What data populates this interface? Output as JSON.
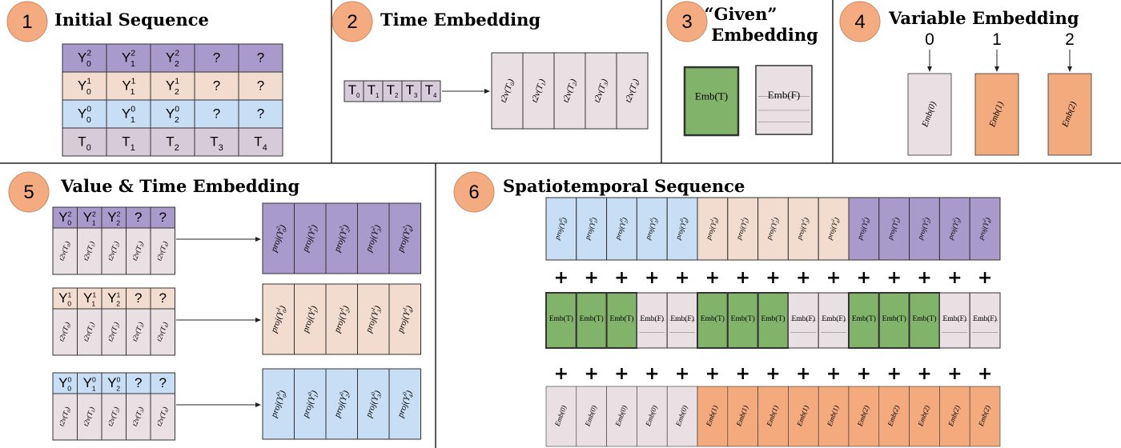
{
  "colors": {
    "purple": "#a89bcc",
    "peach": "#f2dcd0",
    "blue": "#c7def4",
    "lavender": "#d6cbd8",
    "lightgray": "#e9e0e4",
    "green": "#82b36b",
    "orange": "#f3aa7d",
    "badge": "#f4ab80",
    "border": "#333333"
  },
  "panels": [
    {
      "num": "1",
      "title": "Initial Sequence"
    },
    {
      "num": "2",
      "title": "Time Embedding"
    },
    {
      "num": "3",
      "title_line1": "“Given”",
      "title_line2": "Embedding"
    },
    {
      "num": "4",
      "title": "Variable Embedding"
    },
    {
      "num": "5",
      "title": "Value & Time Embedding"
    },
    {
      "num": "6",
      "title": "Spatiotemporal Sequence"
    }
  ],
  "initial_sequence": {
    "rows": [
      {
        "var": "2",
        "color": "purple",
        "cells": [
          "Y0^2",
          "Y1^2",
          "Y2^2",
          "?",
          "?"
        ]
      },
      {
        "var": "1",
        "color": "peach",
        "cells": [
          "Y0^1",
          "Y1^1",
          "Y2^1",
          "?",
          "?"
        ]
      },
      {
        "var": "0",
        "color": "blue",
        "cells": [
          "Y0^0",
          "Y1^0",
          "Y2^0",
          "?",
          "?"
        ]
      },
      {
        "var": "T",
        "color": "lavender",
        "cells": [
          "T0",
          "T1",
          "T2",
          "T3",
          "T4"
        ]
      }
    ]
  },
  "time_embedding": {
    "inputs": [
      "T0",
      "T1",
      "T2",
      "T3",
      "T4"
    ],
    "outputs": [
      "t2v(T0)",
      "t2v(T1)",
      "t2v(T2)",
      "t2v(T3)",
      "t2v(T4)"
    ]
  },
  "given_embedding": {
    "items": [
      {
        "label": "Emb(T)",
        "color": "green"
      },
      {
        "label": "Emb(F)",
        "color": "lightgray"
      }
    ]
  },
  "variable_embedding": {
    "items": [
      {
        "index": "0",
        "label": "Emb(0)",
        "color": "lightgray"
      },
      {
        "index": "1",
        "label": "Emb(1)",
        "color": "orange"
      },
      {
        "index": "2",
        "label": "Emb(2)",
        "color": "orange"
      }
    ]
  },
  "value_time_embedding": {
    "groups": [
      {
        "var": "2",
        "color": "purple",
        "values": [
          "Y0^2",
          "Y1^2",
          "Y2^2",
          "?",
          "?"
        ],
        "time": [
          "t2v(T0)",
          "t2v(T1)",
          "t2v(T2)",
          "t2v(T3)",
          "t2v(T4)"
        ],
        "proj": [
          "proj(Y0^2)",
          "proj(Y1^2)",
          "proj(Y2^2)",
          "proj(Y3^2)",
          "proj(Y4^2)"
        ]
      },
      {
        "var": "1",
        "color": "peach",
        "values": [
          "Y0^1",
          "Y1^1",
          "Y2^1",
          "?",
          "?"
        ],
        "time": [
          "t2v(T0)",
          "t2v(T1)",
          "t2v(T2)",
          "t2v(T3)",
          "t2v(T4)"
        ],
        "proj": [
          "proj(Y0^1)",
          "proj(Y1^1)",
          "proj(Y2^1)",
          "proj(Y3^1)",
          "proj(Y4^1)"
        ]
      },
      {
        "var": "0",
        "color": "blue",
        "values": [
          "Y0^0",
          "Y1^0",
          "Y2^0",
          "?",
          "?"
        ],
        "time": [
          "t2v(T0)",
          "t2v(T1)",
          "t2v(T2)",
          "t2v(T3)",
          "t2v(T4)"
        ],
        "proj": [
          "proj(Y0^0)",
          "proj(Y1^0)",
          "proj(Y2^0)",
          "proj(Y3^0)",
          "proj(Y4^0)"
        ]
      }
    ]
  },
  "spatiotemporal": {
    "plus_symbol": "+",
    "proj_row": [
      "proj(Y0^0)",
      "proj(Y1^0)",
      "proj(Y2^0)",
      "proj(Y3^0)",
      "proj(Y4^0)",
      "proj(Y0^1)",
      "proj(Y1^1)",
      "proj(Y2^1)",
      "proj(Y3^1)",
      "proj(Y4^1)",
      "proj(Y0^2)",
      "proj(Y1^2)",
      "proj(Y2^2)",
      "proj(Y3^2)",
      "proj(Y4^2)"
    ],
    "proj_colors": [
      "blue",
      "blue",
      "blue",
      "blue",
      "blue",
      "peach",
      "peach",
      "peach",
      "peach",
      "peach",
      "purple",
      "purple",
      "purple",
      "purple",
      "purple"
    ],
    "given_row": [
      "Emb(T)",
      "Emb(T)",
      "Emb(T)",
      "Emb(F)",
      "Emb(F)",
      "Emb(T)",
      "Emb(T)",
      "Emb(T)",
      "Emb(F)",
      "Emb(F)",
      "Emb(T)",
      "Emb(T)",
      "Emb(T)",
      "Emb(F)",
      "Emb(F)"
    ],
    "var_row": [
      "Emb(0)",
      "Emb(0)",
      "Emb(0)",
      "Emb(0)",
      "Emb(0)",
      "Emb(1)",
      "Emb(1)",
      "Emb(1)",
      "Emb(1)",
      "Emb(1)",
      "Emb(2)",
      "Emb(2)",
      "Emb(2)",
      "Emb(2)",
      "Emb(2)"
    ]
  }
}
